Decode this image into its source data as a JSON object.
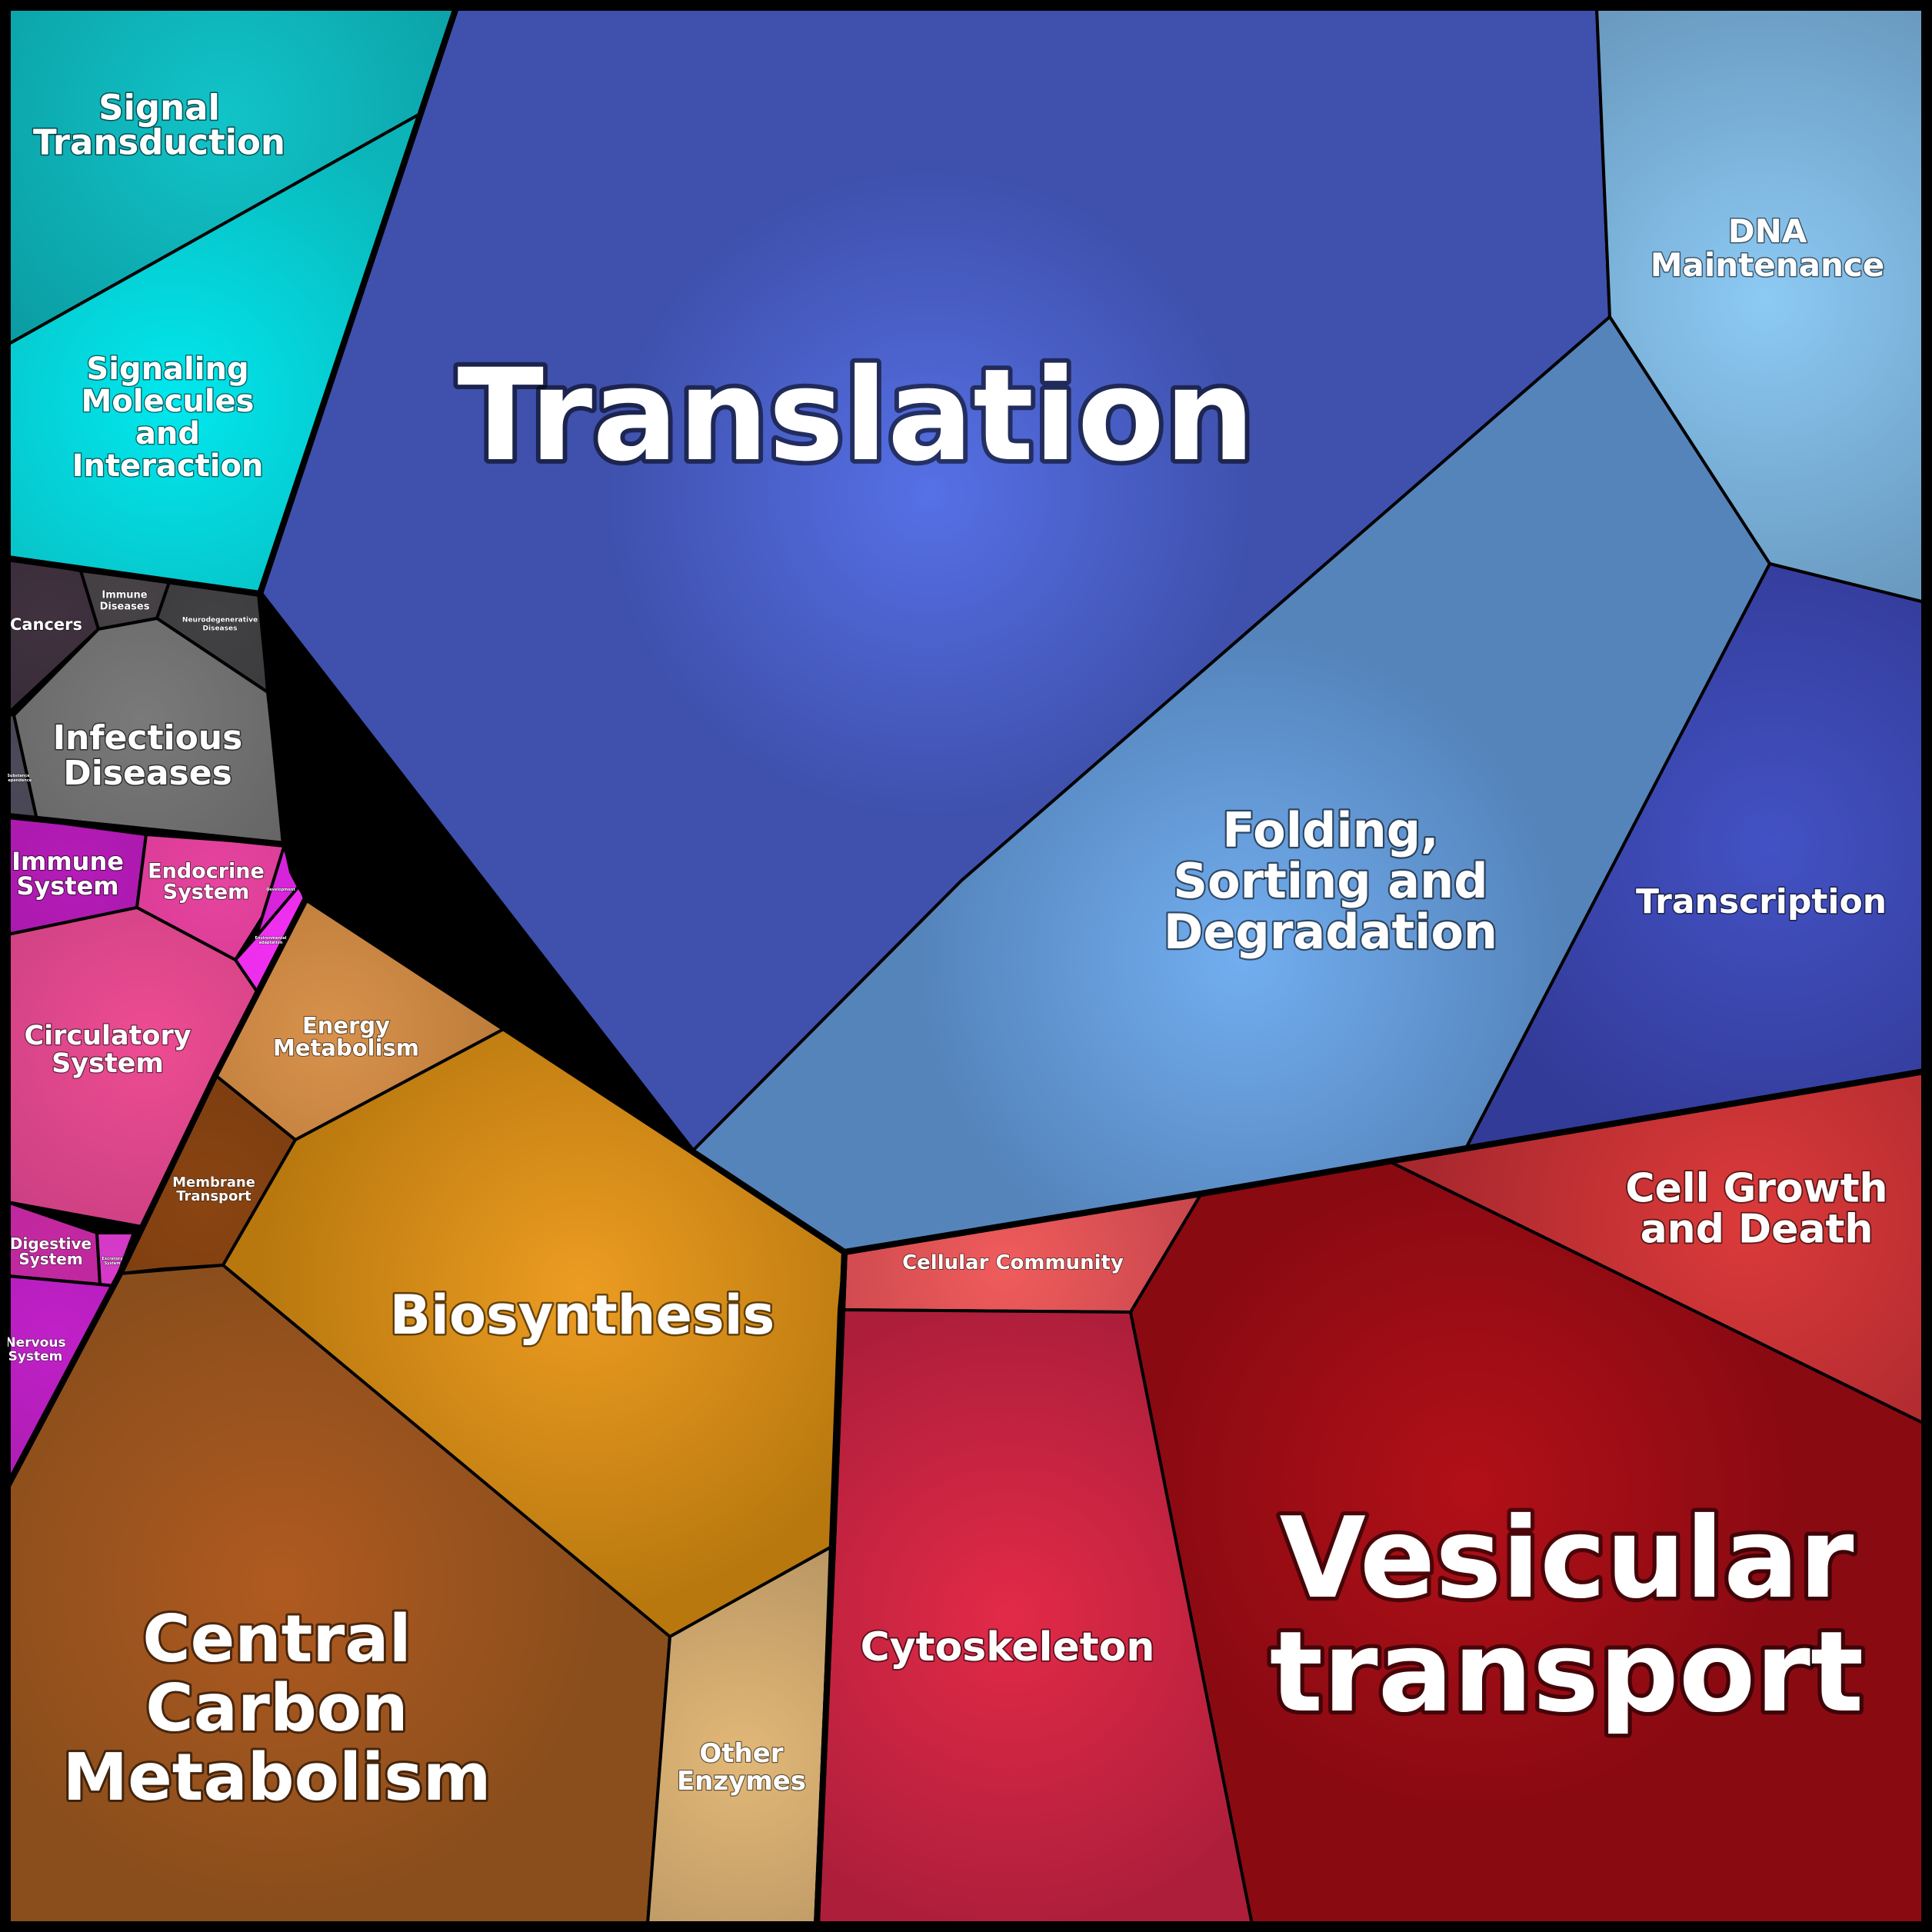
{
  "cells": [
    {
      "name": "signal-transduction",
      "text": [
        "Signal",
        "Transduction"
      ],
      "color": "#0a9aa0",
      "light": "#11c4c8"
    },
    {
      "name": "signaling-molecules",
      "text": [
        "Signaling",
        "Molecules",
        "and",
        "Interaction"
      ],
      "color": "#0bb4b8",
      "light": "#00e8ee"
    },
    {
      "name": "translation",
      "text": [
        "Translation"
      ],
      "color": "#3f51ad",
      "light": "#5670e6"
    },
    {
      "name": "dna-maintenance",
      "text": [
        "DNA",
        "Maintenance"
      ],
      "color": "#6a9ac0",
      "light": "#8ccaf4"
    },
    {
      "name": "folding-sorting",
      "text": [
        "Folding,",
        "Sorting and",
        "Degradation"
      ],
      "color": "#5584bb",
      "light": "#72aef0"
    },
    {
      "name": "transcription",
      "text": [
        "Transcription"
      ],
      "color": "#333b98",
      "light": "#4352c4"
    },
    {
      "name": "cancers",
      "text": [
        "Cancers"
      ],
      "color": "#2a1f2e",
      "light": "#40323f"
    },
    {
      "name": "immune-diseases",
      "text": [
        "Immune",
        "Diseases"
      ],
      "color": "#2d2a2e",
      "light": "#474347"
    },
    {
      "name": "neurodegenerative-diseases",
      "text": [
        "Neurodegenerative",
        "Diseases"
      ],
      "color": "#2a2a2c",
      "light": "#424244"
    },
    {
      "name": "infectious-diseases",
      "text": [
        "Infectious",
        "Diseases"
      ],
      "color": "#555555",
      "light": "#7a7a7a"
    },
    {
      "name": "disease-small",
      "text": [
        "Substance",
        "dependence"
      ],
      "color": "#3a3844",
      "light": "#4c4a58"
    },
    {
      "name": "immune-system",
      "text": [
        "Immune",
        "System"
      ],
      "color": "#8f128f",
      "light": "#b51cb8"
    },
    {
      "name": "endocrine-system",
      "text": [
        "Endocrine",
        "System"
      ],
      "color": "#c02a86",
      "light": "#e6449e"
    },
    {
      "name": "development",
      "text": [
        "Development"
      ],
      "color": "#b21cb8",
      "light": "#d824dc"
    },
    {
      "name": "development-2",
      "text": [
        "Environmental",
        "adaptation"
      ],
      "color": "#d420d8",
      "light": "#f030f0"
    },
    {
      "name": "circulatory-system",
      "text": [
        "Circulatory",
        "System"
      ],
      "color": "#b83a7a",
      "light": "#ee4c92"
    },
    {
      "name": "digestive-system",
      "text": [
        "Digestive",
        "System"
      ],
      "color": "#a41a8a",
      "light": "#c42aa2"
    },
    {
      "name": "excretory-system",
      "text": [
        "Excretory",
        "System"
      ],
      "color": "#c22ab6",
      "light": "#d63ac8"
    },
    {
      "name": "nervous-system",
      "text": [
        "Nervous",
        "System"
      ],
      "color": "#9a1a9c",
      "light": "#c020c8"
    },
    {
      "name": "energy-metabolism",
      "text": [
        "Energy",
        "Metabolism"
      ],
      "color": "#a66a2c",
      "light": "#d8924c"
    },
    {
      "name": "membrane-transport",
      "text": [
        "Membrane",
        "Transport"
      ],
      "color": "#6a340c",
      "light": "#8a4412"
    },
    {
      "name": "biosynthesis",
      "text": [
        "Biosynthesis"
      ],
      "color": "#b8780e",
      "light": "#ec9c22"
    },
    {
      "name": "central-carbon-metabolism",
      "text": [
        "Central",
        "Carbon",
        "Metabolism"
      ],
      "color": "#8a4e1c",
      "light": "#b05a20"
    },
    {
      "name": "other-enzymes",
      "text": [
        "Other",
        "Enzymes"
      ],
      "color": "#a8885a",
      "light": "#e2b878"
    },
    {
      "name": "cellular-community",
      "text": [
        "Cellular Community"
      ],
      "color": "#b03a44",
      "light": "#f05c5c"
    },
    {
      "name": "cytoskeleton",
      "text": [
        "Cytoskeleton"
      ],
      "color": "#ac1e3a",
      "light": "#e22a48"
    },
    {
      "name": "cell-growth-and-death",
      "text": [
        "Cell Growth",
        "and Death"
      ],
      "color": "#a8282e",
      "light": "#dc3a3a"
    },
    {
      "name": "vesicular-transport",
      "text": [
        "Vesicular",
        "transport"
      ],
      "color": "#8a0a12",
      "light": "#b21018"
    }
  ]
}
